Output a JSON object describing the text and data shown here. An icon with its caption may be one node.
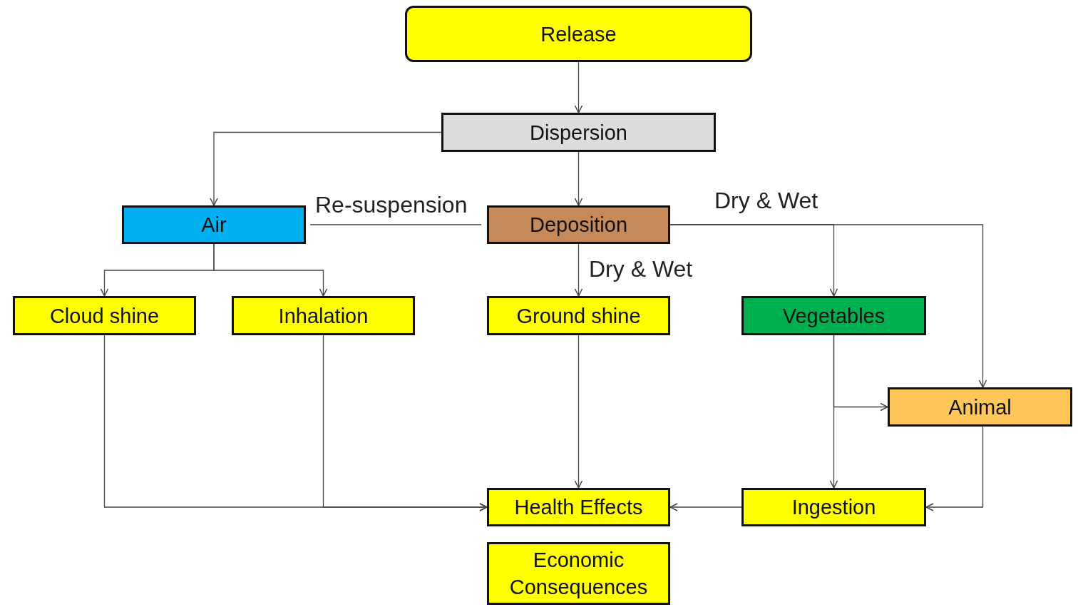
{
  "diagram": {
    "nodes": [
      {
        "text": [
          "Release"
        ]
      },
      {
        "text": [
          "Dispersion"
        ]
      },
      {
        "text": [
          "Air"
        ]
      },
      {
        "text": [
          "Deposition"
        ]
      },
      {
        "text": [
          "Cloud shine"
        ]
      },
      {
        "text": [
          "Inhalation"
        ]
      },
      {
        "text": [
          "Ground shine"
        ]
      },
      {
        "text": [
          "Vegetables"
        ]
      },
      {
        "text": [
          "Animal"
        ]
      },
      {
        "text": [
          "Health Effects"
        ]
      },
      {
        "text": [
          "Ingestion"
        ]
      },
      {
        "text": [
          "Economic Consequences"
        ]
      }
    ],
    "edges": [
      {
        "from": 0,
        "to": 1,
        "arrow": "to"
      },
      {
        "from": 1,
        "to": 2,
        "arrow": "to"
      },
      {
        "from": 1,
        "to": 3,
        "arrow": "to"
      },
      {
        "from": 2,
        "to": 3,
        "arrow": "none",
        "label": "Re-suspension"
      },
      {
        "from": 2,
        "to": 4,
        "arrow": "to"
      },
      {
        "from": 2,
        "to": 5,
        "arrow": "to"
      },
      {
        "from": 3,
        "to": 6,
        "arrow": "to",
        "label": "Dry & Wet"
      },
      {
        "from": 3,
        "to": 7,
        "arrow": "to",
        "label": "Dry & Wet"
      },
      {
        "from": 3,
        "to": 8,
        "arrow": "to"
      },
      {
        "from": 4,
        "to": 9,
        "arrow": "to"
      },
      {
        "from": 5,
        "to": 9,
        "arrow": "to"
      },
      {
        "from": 6,
        "to": 9,
        "arrow": "to"
      },
      {
        "from": 7,
        "to": 8,
        "arrow": "to"
      },
      {
        "from": 7,
        "to": 10,
        "arrow": "to"
      },
      {
        "from": 8,
        "to": 10,
        "arrow": "to"
      },
      {
        "from": 10,
        "to": 9,
        "arrow": "to"
      }
    ]
  }
}
